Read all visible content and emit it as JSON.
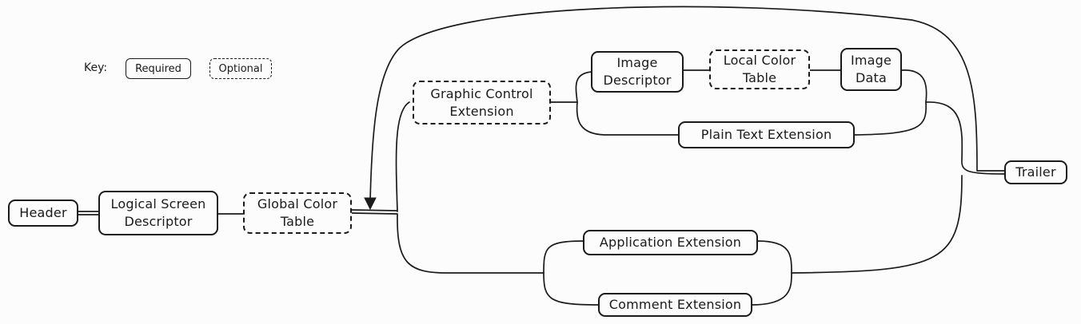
{
  "key": {
    "label": "Key:",
    "required": "Required",
    "optional": "Optional"
  },
  "nodes": {
    "header": "Header",
    "logical_screen_descriptor": "Logical Screen\nDescriptor",
    "global_color_table": "Global Color\nTable",
    "graphic_control_extension": "Graphic Control\nExtension",
    "image_descriptor": "Image\nDescriptor",
    "local_color_table": "Local Color\nTable",
    "image_data": "Image\nData",
    "plain_text_extension": "Plain Text Extension",
    "application_extension": "Application Extension",
    "comment_extension": "Comment Extension",
    "trailer": "Trailer"
  }
}
